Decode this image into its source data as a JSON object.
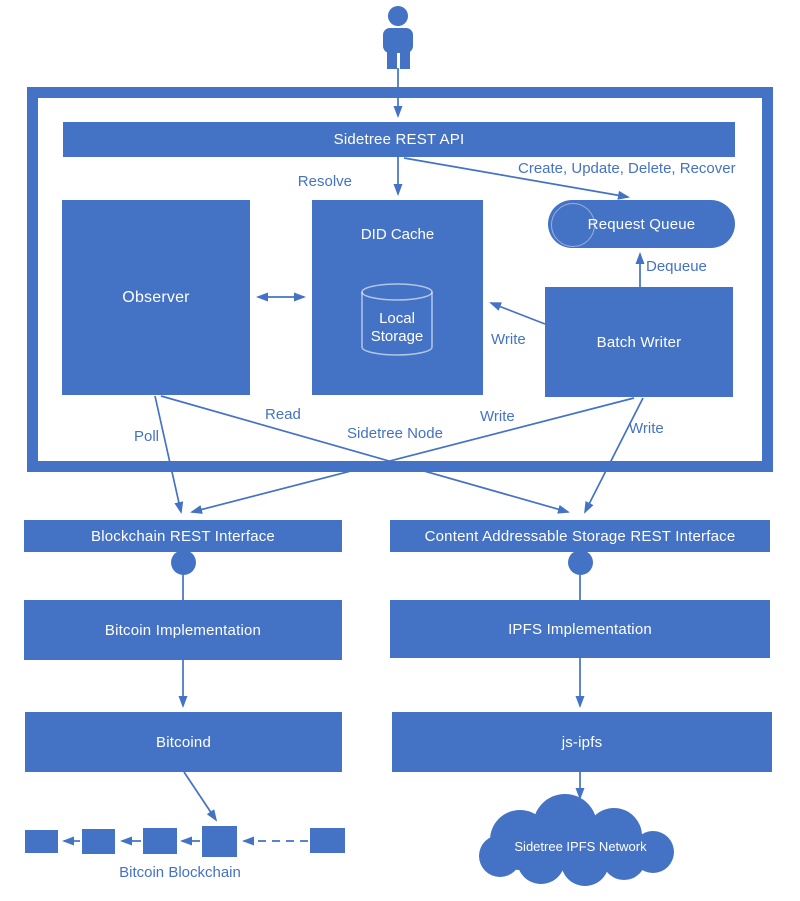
{
  "diagram": {
    "colors": {
      "accent": "#4472C4",
      "text_on_fill": "#FFFFFF"
    },
    "icons": {
      "actor": "person-icon",
      "network": "cloud-shape",
      "interface_connector": "lollipop-circle"
    },
    "sidetree_node": {
      "label": "Sidetree Node",
      "rest_api": "Sidetree REST API",
      "observer": "Observer",
      "did_cache": "DID Cache",
      "local_storage": "Local Storage",
      "request_queue": "Request Queue",
      "batch_writer": "Batch Writer"
    },
    "edge_labels": {
      "resolve": "Resolve",
      "create_update_delete_recover": "Create, Update, Delete, Recover",
      "dequeue": "Dequeue",
      "write_cache": "Write",
      "poll": "Poll",
      "read": "Read",
      "write_blockchain": "Write",
      "write_cas": "Write"
    },
    "blockchain_stack": {
      "interface": "Blockchain REST Interface",
      "implementation": "Bitcoin Implementation",
      "daemon": "Bitcoind",
      "chain_label": "Bitcoin Blockchain"
    },
    "cas_stack": {
      "interface": "Content Addressable Storage REST Interface",
      "implementation": "IPFS Implementation",
      "library": "js-ipfs",
      "network": "Sidetree IPFS Network"
    }
  }
}
